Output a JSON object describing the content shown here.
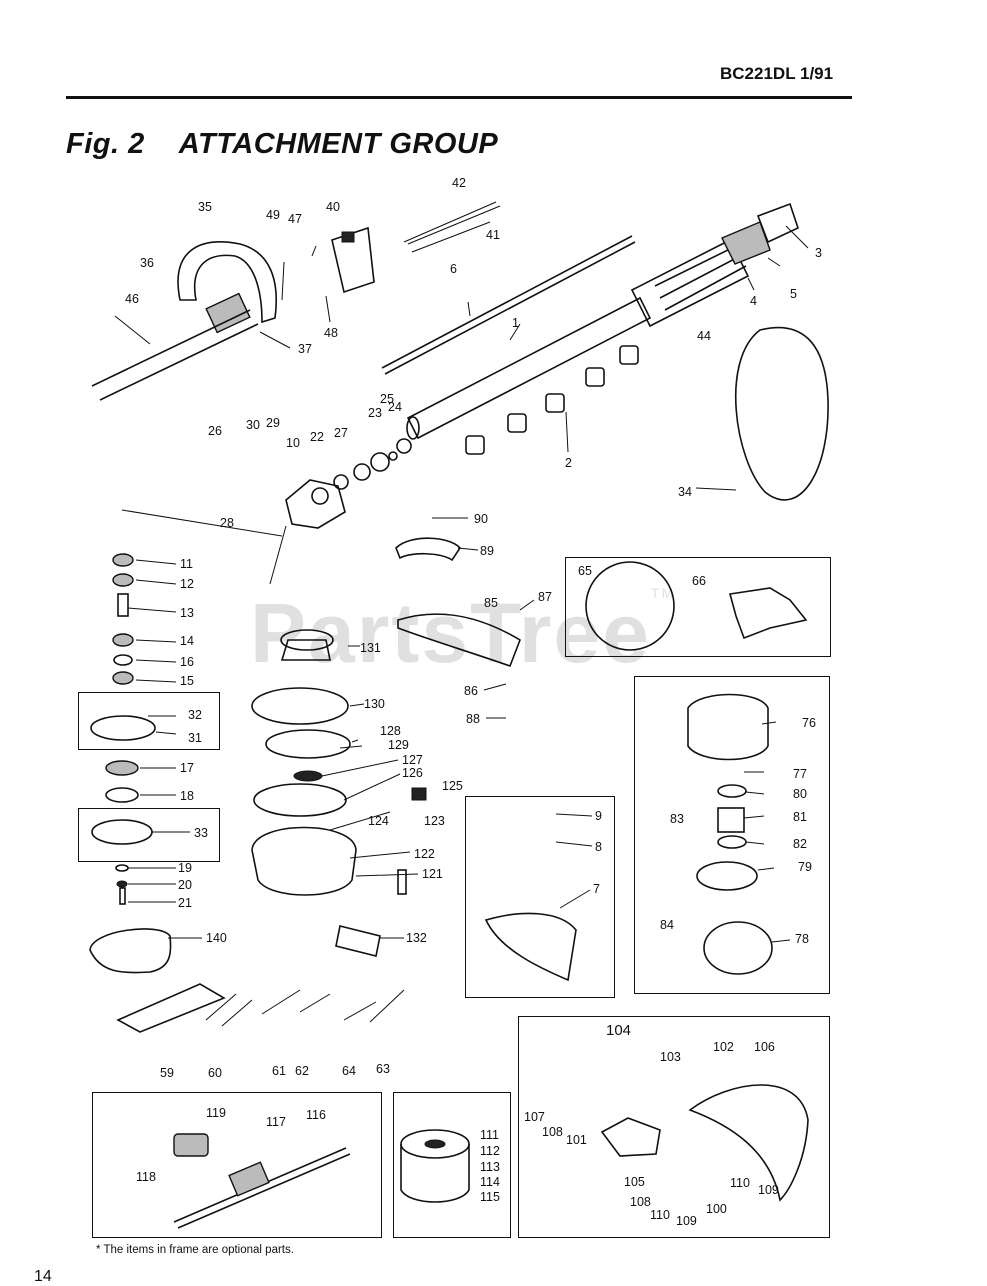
{
  "header": {
    "doc_code": "BC221DL 1/91"
  },
  "figure": {
    "fig_label": "Fig. 2",
    "title": "ATTACHMENT GROUP"
  },
  "footnote": "* The items in frame are optional parts.",
  "page_number": "14",
  "watermark": {
    "text": "PartsTree",
    "tm": "TM"
  },
  "callouts": {
    "c1": "1",
    "c2": "2",
    "c3": "3",
    "c4": "4",
    "c5": "5",
    "c6": "6",
    "c7": "7",
    "c8": "8",
    "c9": "9",
    "c10": "10",
    "c11": "11",
    "c12": "12",
    "c13": "13",
    "c14": "14",
    "c15": "15",
    "c16": "16",
    "c17": "17",
    "c18": "18",
    "c19": "19",
    "c20": "20",
    "c21": "21",
    "c22": "22",
    "c23": "23",
    "c24": "24",
    "c25": "25",
    "c26": "26",
    "c27": "27",
    "c28": "28",
    "c29": "29",
    "c30": "30",
    "c31": "31",
    "c32": "32",
    "c33": "33",
    "c34": "34",
    "c35": "35",
    "c36": "36",
    "c37": "37",
    "c40": "40",
    "c41": "41",
    "c42": "42",
    "c44": "44",
    "c46": "46",
    "c47": "47",
    "c48": "48",
    "c49": "49",
    "c59": "59",
    "c60": "60",
    "c61": "61",
    "c62": "62",
    "c63": "63",
    "c64": "64",
    "c65": "65",
    "c66": "66",
    "c76": "76",
    "c77": "77",
    "c78": "78",
    "c79": "79",
    "c80": "80",
    "c81": "81",
    "c82": "82",
    "c83": "83",
    "c84": "84",
    "c85": "85",
    "c86": "86",
    "c87": "87",
    "c88": "88",
    "c89": "89",
    "c90": "90",
    "c100": "100",
    "c101": "101",
    "c102": "102",
    "c103": "103",
    "c104": "104",
    "c105": "105",
    "c106": "106",
    "c107": "107",
    "c108a": "108",
    "c108b": "108",
    "c109a": "109",
    "c109b": "109",
    "c110a": "110",
    "c110b": "110",
    "c111": "111",
    "c112": "112",
    "c113": "113",
    "c114": "114",
    "c115": "115",
    "c116": "116",
    "c117": "117",
    "c118": "118",
    "c119": "119",
    "c121": "121",
    "c122": "122",
    "c123": "123",
    "c124": "124",
    "c125": "125",
    "c126": "126",
    "c127": "127",
    "c128": "128",
    "c129": "129",
    "c130": "130",
    "c131": "131",
    "c132": "132",
    "c140": "140"
  }
}
